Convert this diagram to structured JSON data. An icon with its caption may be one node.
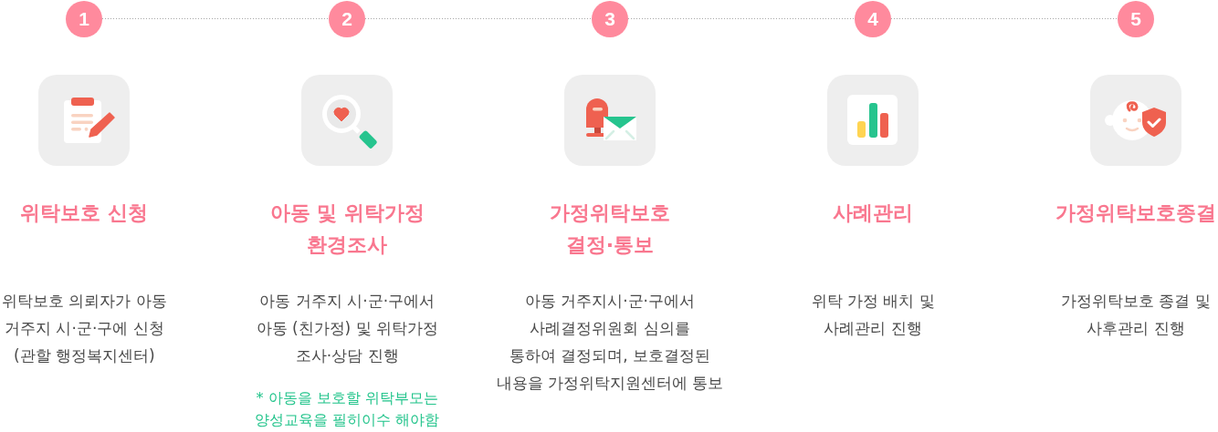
{
  "diagram": {
    "nodes": [
      {
        "text": [
          "1"
        ]
      },
      {
        "text": [
          "2"
        ]
      },
      {
        "text": [
          "3"
        ]
      },
      {
        "text": [
          "4"
        ]
      },
      {
        "text": [
          "5"
        ]
      }
    ],
    "edges": [
      {
        "from": 0,
        "to": 1,
        "arrow": "none",
        "style": "dashed"
      },
      {
        "from": 1,
        "to": 2,
        "arrow": "none",
        "style": "dashed"
      },
      {
        "from": 2,
        "to": 3,
        "arrow": "none",
        "style": "dashed"
      },
      {
        "from": 3,
        "to": 4,
        "arrow": "none",
        "style": "dashed"
      }
    ],
    "labels": [
      "위탁보호 신청",
      "위탁보호 의뢰자가 아동 거주지 시·군·구에 신청 (관할 행정복지센터)",
      "아동 및 위탁가정 환경조사",
      "아동 거주지 시·군·구에서 아동 (친가정) 및 위탁가정 조사·상담 진행",
      "* 아동을 보호할 위탁부모는 양성교육을 필히이수 해야함",
      "가정위탁보호 결정·통보",
      "아동 거주지시·군·구에서 사례결정위원회 심의를 통하여 결정되며, 보호결정된 내용을 가정위탁지원센터에 통보",
      "사례관리",
      "위탁 가정 배치 및 사례관리 진행",
      "가정위탁보호종결",
      "가정위탁보호 종결 및 사후관리 진행"
    ]
  }
}
